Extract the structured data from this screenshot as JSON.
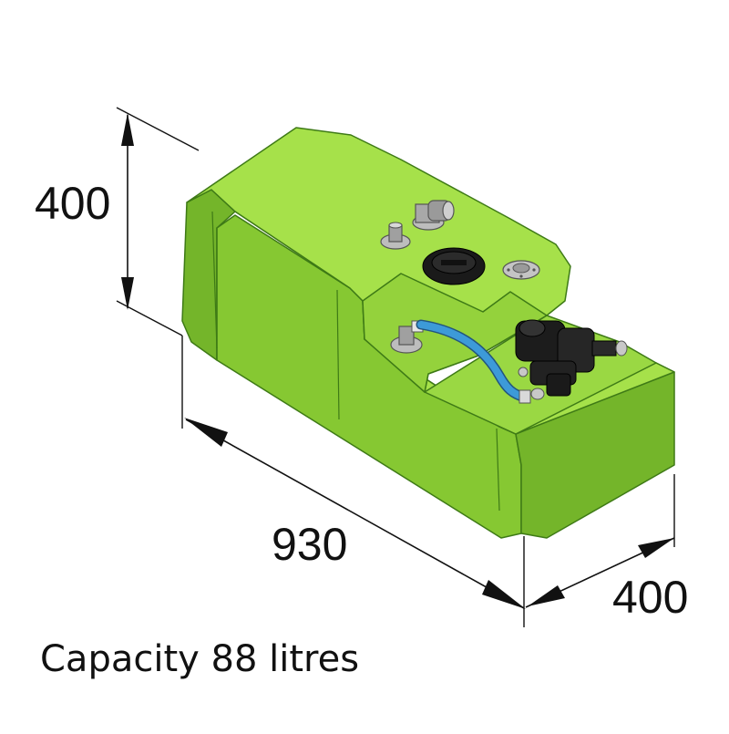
{
  "dimensions": {
    "height": {
      "label": "400"
    },
    "length": {
      "label": "930"
    },
    "width": {
      "label": "400"
    }
  },
  "caption": "Capacity 88 litres",
  "colors": {
    "tank_top": "#a6e14a",
    "tank_front": "#86c832",
    "tank_side": "#74b52a",
    "tank_outline": "#3e7a16",
    "hose": "#3d9ad8",
    "pump": "#1c1c1c",
    "fitting": "#a8a8a8",
    "dimension_line": "#111111"
  },
  "icons": [
    "pump-icon",
    "hose-icon",
    "filler-cap-icon",
    "elbow-fitting-icon",
    "vent-fitting-icon",
    "outlet-fitting-icon"
  ]
}
